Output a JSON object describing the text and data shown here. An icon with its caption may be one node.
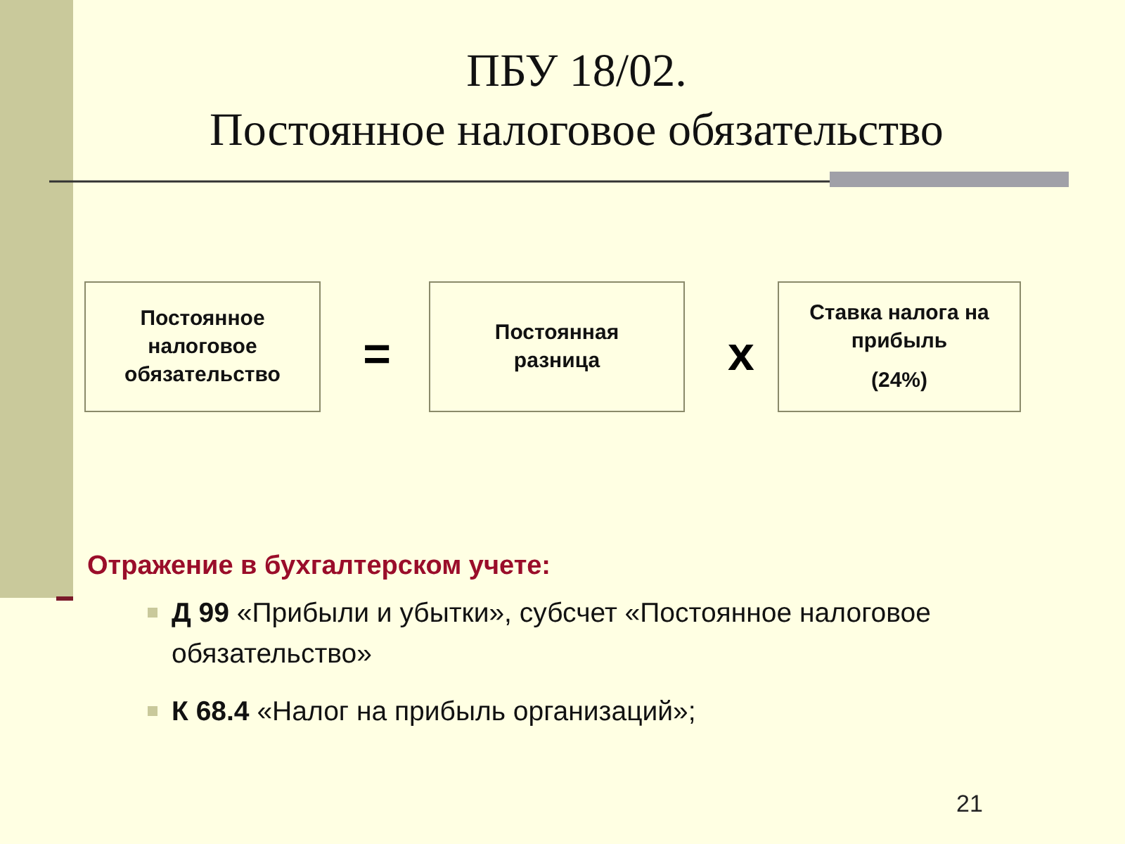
{
  "diagram": {
    "title": "ПБУ 18/02. Постоянное налоговое обязательство",
    "nodes": [
      {
        "text": [
          "Постоянное налоговое обязательство"
        ]
      },
      {
        "text": [
          "Постоянная разница"
        ]
      },
      {
        "text": [
          "Ставка налога на прибыль",
          "(24%)"
        ]
      }
    ],
    "labels": [
      "=",
      "x",
      "Отражение в бухгалтерском учете:",
      "**Д 99** «Прибыли и убытки», субсчет «Постоянное налоговое обязательство»",
      "**К 68.4** «Налог на прибыль организаций»;",
      "21"
    ]
  }
}
